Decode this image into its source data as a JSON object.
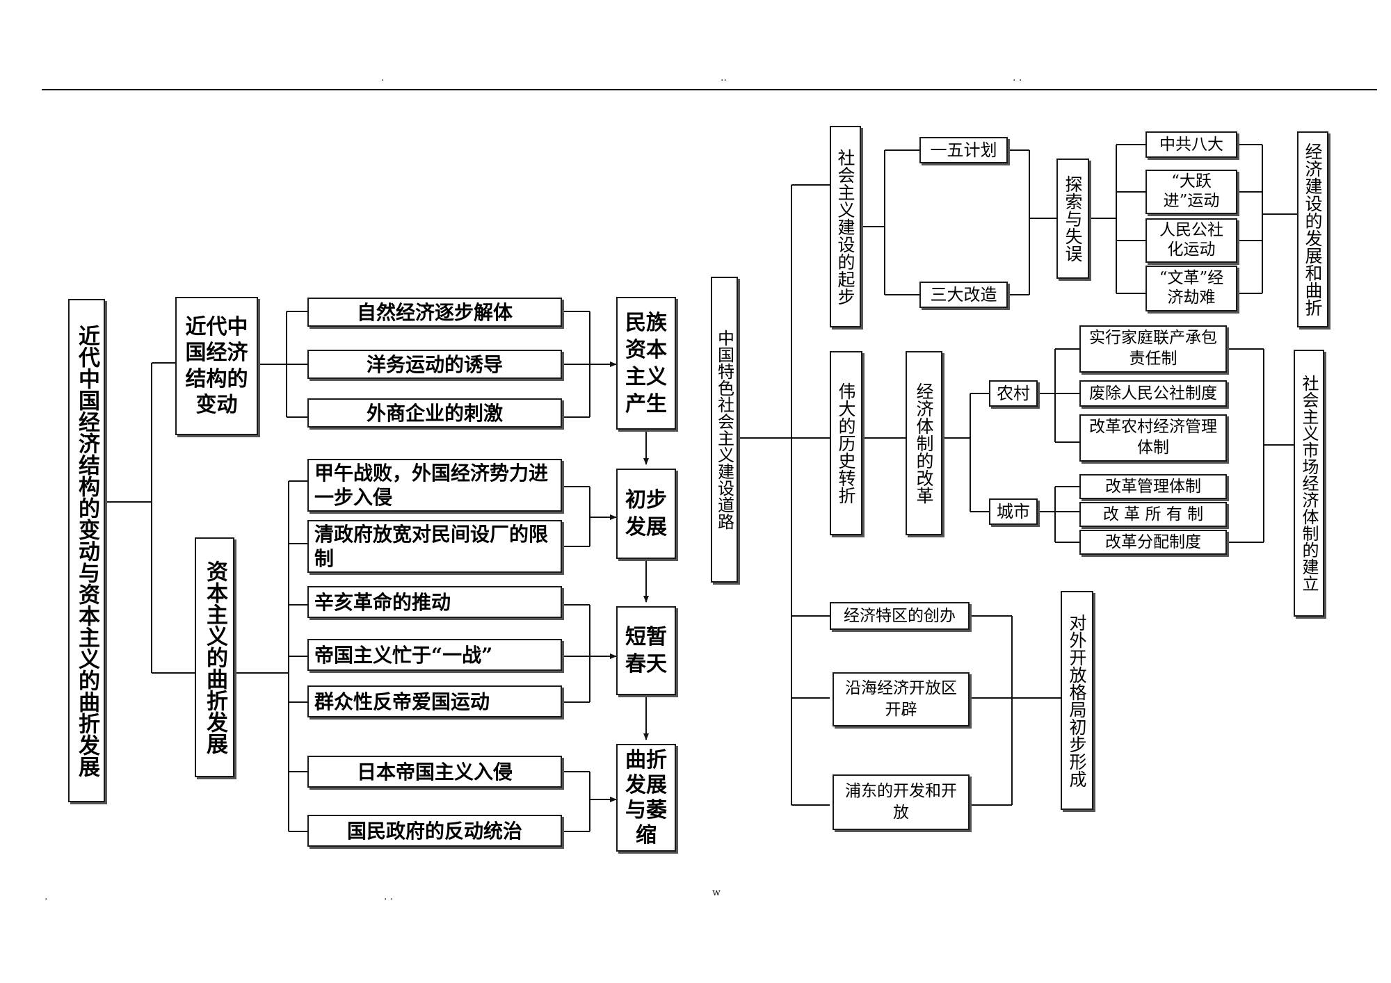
{
  "dots": [
    ".",
    "..",
    ". .",
    ".",
    ". .",
    "w"
  ],
  "left": {
    "root": "近代中国经济结构的变动与资本主义的曲折发展",
    "branch1": "近代中国经济结构的变动",
    "branch2": "资本主义的曲折发展",
    "causes": [
      "自然经济逐步解体",
      "洋务运动的诱导",
      "外商企业的刺激"
    ],
    "stage1": "民族资本主义产生",
    "group2": [
      "甲午战败，外国经济势力进一步入侵",
      "清政府放宽对民间设厂的限制"
    ],
    "stage2": "初步发展",
    "group3": [
      "辛亥革命的推动",
      "帝国主义忙于“一战”",
      "群众性反帝爱国运动"
    ],
    "stage3": "短暂春天",
    "group4": [
      "日本帝国主义入侵",
      "国民政府的反动统治"
    ],
    "stage4": "曲折发展与萎缩"
  },
  "right": {
    "root": "中国特色社会主义建设道路",
    "early": "社会主义建设的起步",
    "five_year": "一五计划",
    "three_reforms": "三大改造",
    "explore": "探索与失误",
    "explore_items": [
      "中共八大",
      "“大跃进”运动",
      "人民公社化运动",
      "“文革”经济劫难"
    ],
    "explore_result": "经济建设的发展和曲折",
    "turn": "伟大的历史转折",
    "reform": "经济体制的改革",
    "rural": "农村",
    "urban": "城市",
    "rural_items": [
      "实行家庭联产承包责任制",
      "废除人民公社制度",
      "改革农村经济管理体制"
    ],
    "urban_items": [
      "改革管理体制",
      "改 革 所 有 制",
      "改革分配制度"
    ],
    "reform_result": "社会主义市场经济体制的建立",
    "opening_items": [
      "经济特区的创办",
      "沿海经济开放区开辟",
      "浦东的开发和开放"
    ],
    "opening_result": "对外开放格局初步形成"
  }
}
